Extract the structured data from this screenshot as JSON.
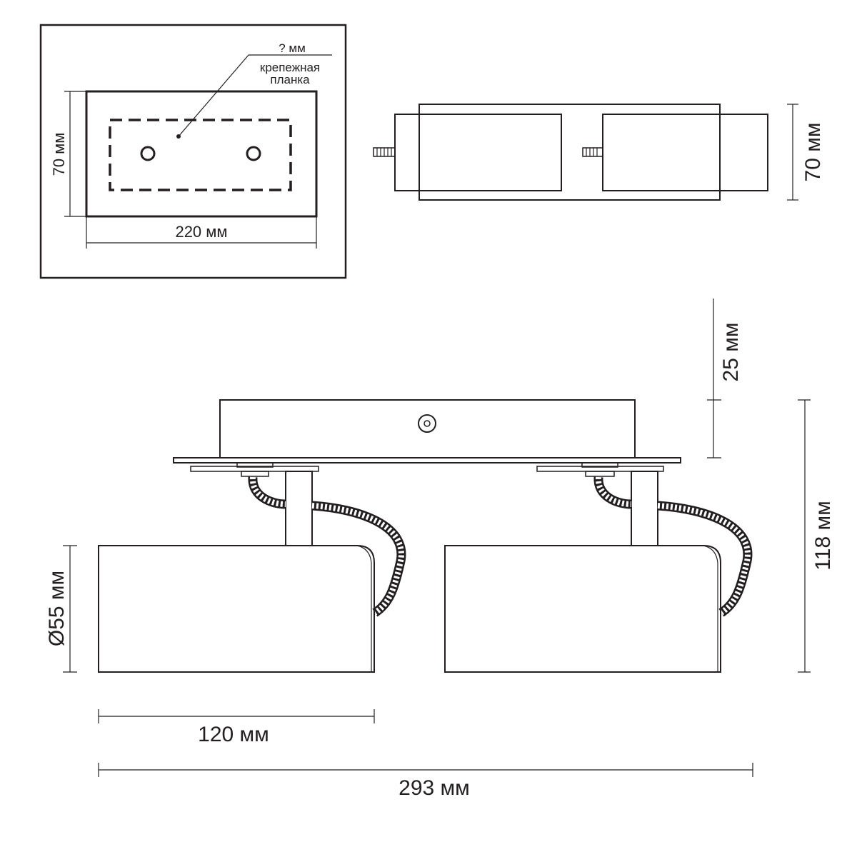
{
  "colors": {
    "ink": "#231f20",
    "background": "#ffffff"
  },
  "top_view": {
    "dim_height": "70 мм",
    "dim_width": "220 мм",
    "bracket_dim": "? мм",
    "bracket_label_line1": "крепежная",
    "bracket_label_line2": "планка"
  },
  "side_view": {
    "dim_height": "70 мм"
  },
  "front_view": {
    "dim_base_height": "25 мм",
    "dim_total_height": "118 мм",
    "dim_diameter": "Ø55 мм",
    "dim_shade_length": "120 мм",
    "dim_total_width": "293 мм"
  }
}
